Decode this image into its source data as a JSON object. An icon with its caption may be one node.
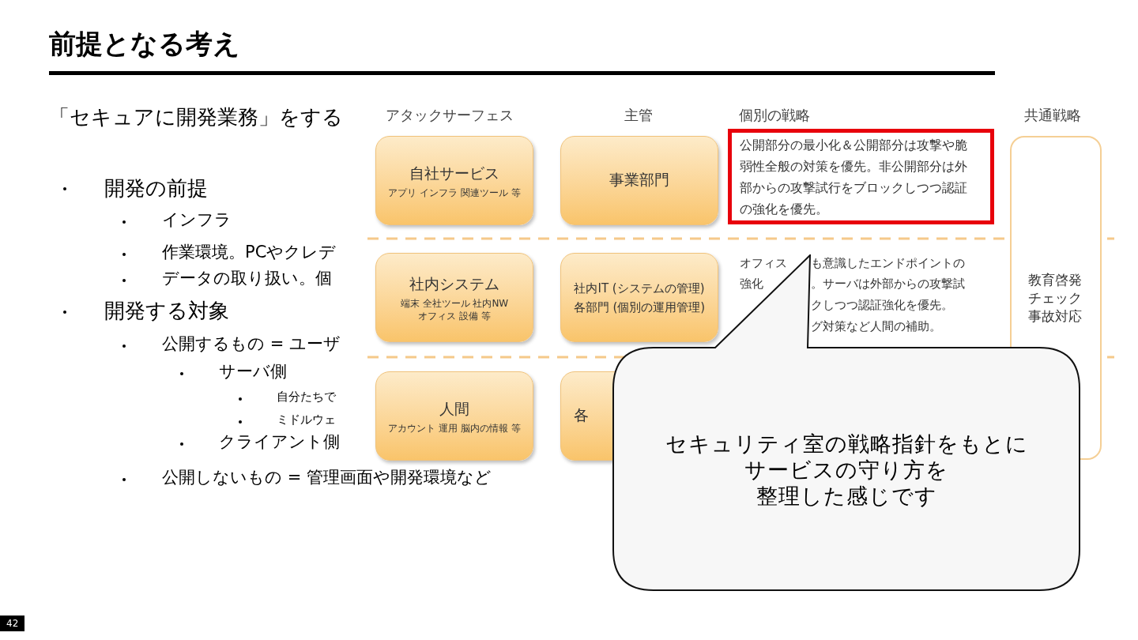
{
  "diagram": {
    "title": "前提となる考え",
    "nodes": [
      {
        "text": [
          "自社サービス",
          "アプリ インフラ 関連ツール 等"
        ]
      },
      {
        "text": [
          "事業部門"
        ]
      },
      {
        "text": [
          "公開部分の最小化＆公開部分は攻撃や脆弱性全般の対策を優先。非公開部分は外部からの攻撃試行をブロックしつつ認証の強化を優先。"
        ]
      },
      {
        "text": [
          "教育啓発チェック事故対応"
        ]
      },
      {
        "text": [
          "社内システム",
          "端末 全社ツール 社内NW オフィス 設備 等"
        ]
      },
      {
        "text": [
          "社内IT (システムの管理)",
          "各部門 (個別の運用管理)"
        ]
      },
      {
        "text": [
          "人間",
          "アカウント 運用 脳内の情報 等"
        ]
      },
      {
        "text": [
          "各"
        ]
      },
      {
        "text": [
          "セキュリティ室の戦略指針をもとに",
          "サービスの守り方を",
          "整理した感じです"
        ]
      }
    ],
    "labels": [
      "「セキュアに開発業務」をする",
      "開発の前提",
      "インフラ",
      "作業環境。PCやクレデ",
      "データの取り扱い。個",
      "開発する対象",
      "公開するもの = ユーザ",
      "サーバ側",
      "自分たちで",
      "ミドルウェ",
      "クライアント側",
      "公開しないもの = 管理画面や開発環境など",
      "アタックサーフェス",
      "主管",
      "個別の戦略",
      "共通戦略",
      "オフィス",
      "も意識したエンドポイントの",
      "強化",
      "。サーバは外部からの攻撃試",
      "クしつつ認証強化を優先。",
      "グ対策など人間の補助。",
      "42"
    ]
  }
}
